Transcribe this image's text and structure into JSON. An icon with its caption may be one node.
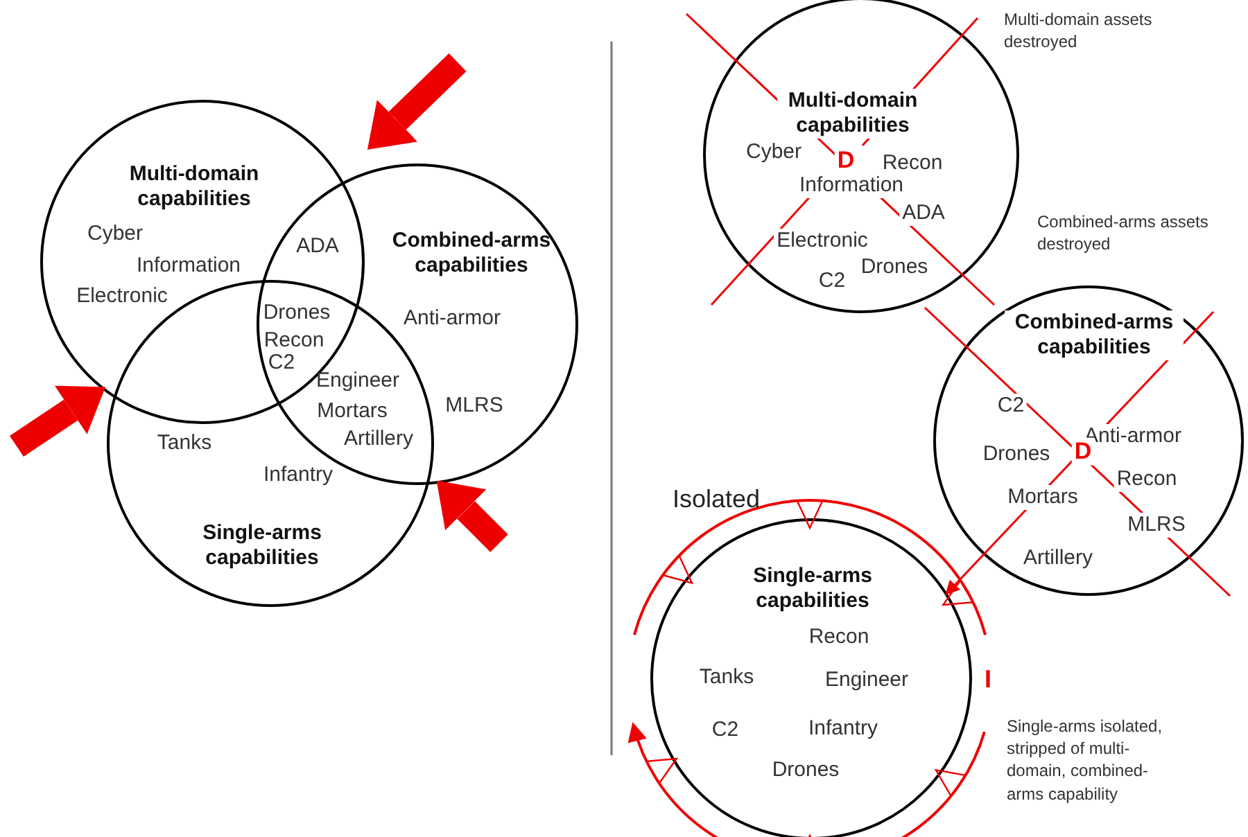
{
  "diagram": {
    "nodes": [
      {
        "text": [
          "Multi-domain capabilities"
        ]
      },
      {
        "text": [
          "Combined-arms capabilities"
        ]
      },
      {
        "text": [
          "Single-arms capabilities"
        ]
      },
      {
        "text": [
          "Multi-domain capabilities",
          "Cyber",
          "D",
          "Recon",
          "Information",
          "ADA",
          "Electronic",
          "Drones",
          "C2"
        ]
      },
      {
        "text": [
          "Combined-arms capabilities",
          "C2",
          "Anti-armor",
          "D",
          "Drones",
          "Recon",
          "Mortars",
          "MLRS",
          "Artillery"
        ]
      },
      {
        "text": [
          "Single-arms capabilities",
          "Recon",
          "Tanks",
          "Engineer",
          "C2",
          "Infantry",
          "Drones"
        ],
        "beside": [
          "Isolated"
        ]
      }
    ],
    "edges": [
      {
        "from": null,
        "to": 1,
        "arrow": "to"
      },
      {
        "from": null,
        "to": 0,
        "arrow": "to"
      },
      {
        "from": null,
        "to": 1,
        "arrow": "to"
      }
    ],
    "labels": [
      "Cyber",
      "Information",
      "Electronic",
      "ADA",
      "Drones",
      "Recon",
      "C2",
      "Anti-armor",
      "Engineer",
      "Mortars",
      "Artillery",
      "MLRS",
      "Tanks",
      "Infantry",
      "Multi-domain assets destroyed",
      "Combined-arms assets destroyed",
      "I",
      "Single-arms isolated, stripped of multi-domain, combined-arms capability"
    ]
  }
}
